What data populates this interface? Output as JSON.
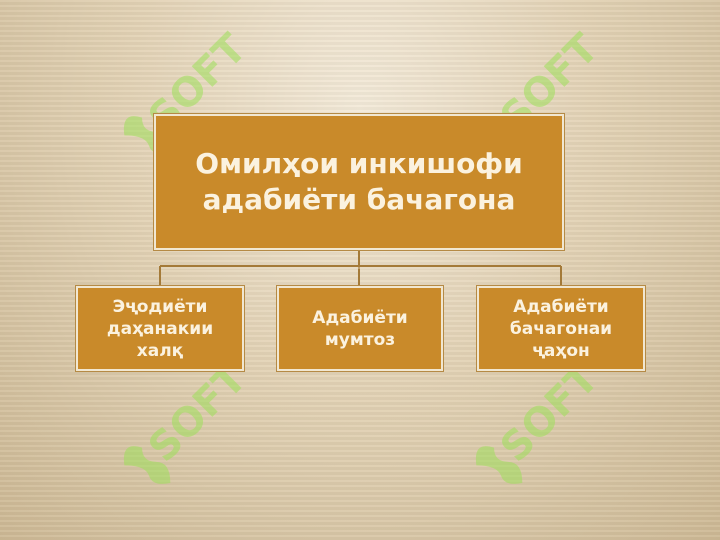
{
  "slide": {
    "accent_color": "#c98a2a",
    "connector_color": "#a47a38"
  },
  "watermark": {
    "text": "SOFT",
    "color": "#9ee05a",
    "icon": "sof-logo-icon"
  },
  "diagram": {
    "root": {
      "label": "Омилҳои инкишофи\nадабиёти бачагона"
    },
    "children": [
      {
        "label": "Эҷодиёти\nдаҳанакии\nхалқ"
      },
      {
        "label": "Адабиёти\nмумтоз"
      },
      {
        "label": "Адабиёти\nбачагонаи\nҷаҳон"
      }
    ]
  }
}
